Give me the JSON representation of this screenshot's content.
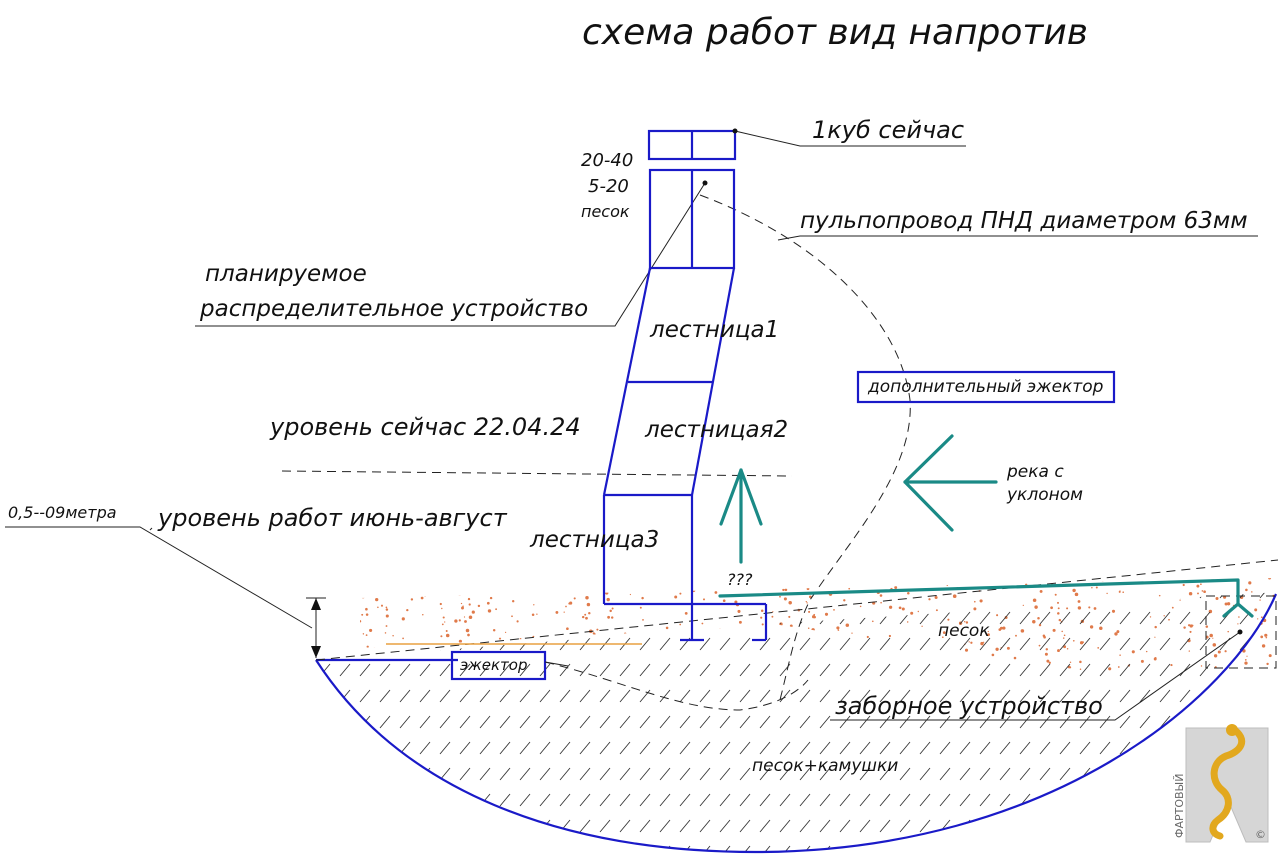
{
  "title": "схема работ вид напротив",
  "labels": {
    "cube_now": "1куб сейчас",
    "fraction_20_40": "20-40",
    "fraction_5_20": "5-20",
    "sand_small": "песок",
    "pipeline": "пульпопровод ПНД диаметром 63мм",
    "planned_line1": "планируемое",
    "planned_line2": "распределительное устройство",
    "ladder1": "лестница1",
    "ladder2": "лестницая2",
    "ladder3": "лестница3",
    "extra_ejector": "дополнительный эжектор",
    "level_now": "уровень сейчас 22.04.24",
    "river_line1": "река с",
    "river_line2": "уклоном",
    "depth_range": "0,5--09метра",
    "work_level": "уровень работ июнь-август",
    "question": "???",
    "sand": "песок",
    "ejector": "эжектор",
    "intake": "заборное устройство",
    "sand_pebbles": "песок+камушки"
  },
  "watermark": {
    "text": "ФАРТОВЫЙ",
    "copyright": "©",
    "icon": "lizard-logo"
  },
  "colors": {
    "structure": "#1a1ac8",
    "pipe": "#1a8a86",
    "sand": "#e07a4a",
    "ejector_hint": "#e8a040",
    "annotation": "#111111"
  }
}
